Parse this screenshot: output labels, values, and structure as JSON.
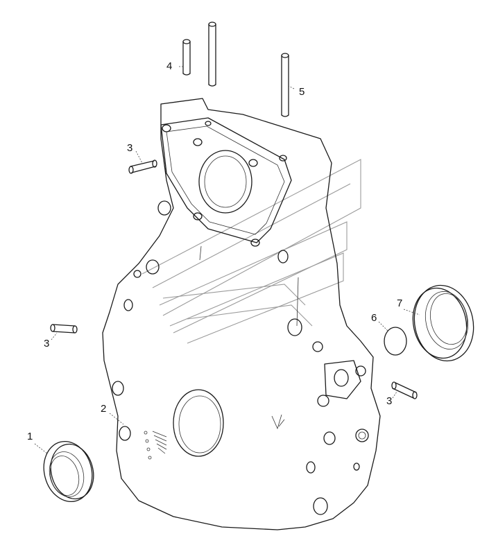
{
  "callouts": {
    "c1": "1",
    "c2": "2",
    "c3a": "3",
    "c3b": "3",
    "c3c": "3",
    "c4": "4",
    "c5": "5",
    "c6": "6",
    "c7": "7"
  },
  "colors": {
    "line": "#1a1a1a",
    "watermark": "#9a9a9a",
    "background": "#ffffff"
  }
}
